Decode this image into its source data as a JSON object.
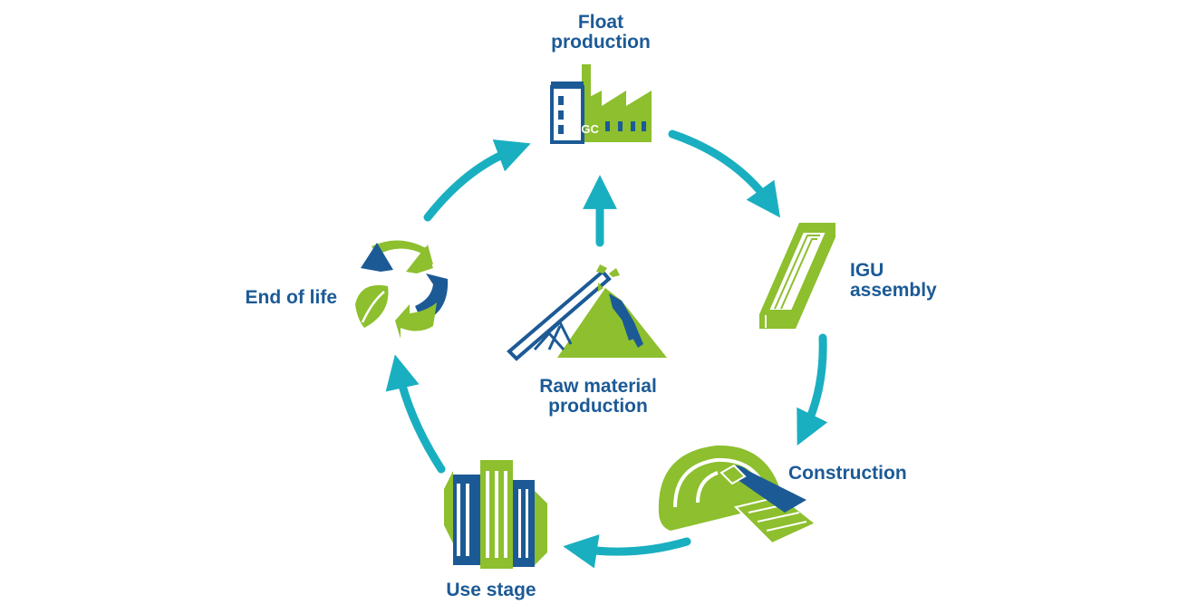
{
  "colors": {
    "blue": "#1c5a96",
    "green": "#8dbf2e",
    "teal": "#1aafc0",
    "white": "#ffffff"
  },
  "stages": {
    "float": {
      "label": "Float\nproduction",
      "icon": "factory-icon",
      "logo_text": "AGC"
    },
    "igu": {
      "label": "IGU\nassembly",
      "icon": "glazing-unit-icon"
    },
    "construction": {
      "label": "Construction",
      "icon": "hardhat-trowel-icon"
    },
    "use": {
      "label": "Use stage",
      "icon": "buildings-icon"
    },
    "end": {
      "label": "End of life",
      "icon": "recycle-icon"
    },
    "raw": {
      "label": "Raw material\nproduction",
      "icon": "conveyor-pile-icon"
    }
  }
}
